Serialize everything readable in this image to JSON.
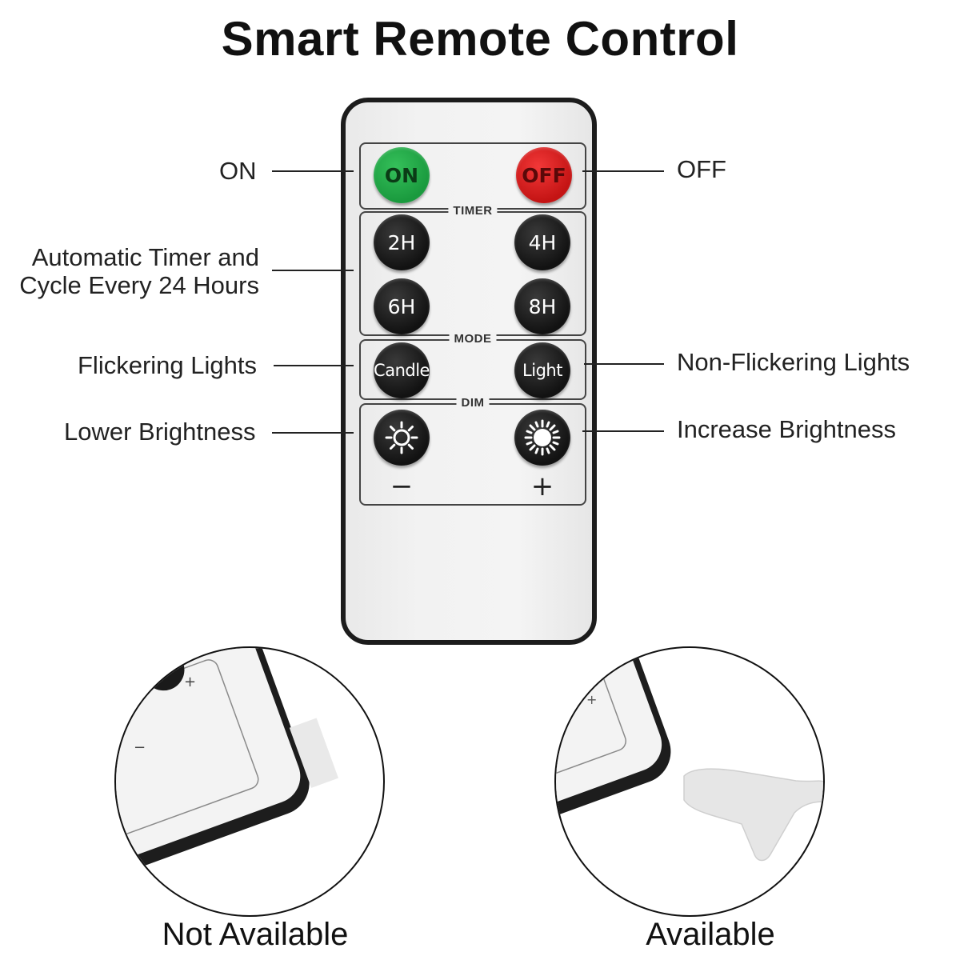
{
  "title": "Smart Remote Control",
  "remote": {
    "power": {
      "on_label": "ON",
      "off_label": "OFF"
    },
    "timer": {
      "label": "TIMER",
      "buttons": [
        "2H",
        "4H",
        "6H",
        "8H"
      ]
    },
    "mode": {
      "label": "MODE",
      "candle_label": "Candle",
      "light_label": "Light"
    },
    "dim": {
      "label": "DIM",
      "minus_label": "−",
      "plus_label": "+"
    }
  },
  "callouts": {
    "on": "ON",
    "off": "OFF",
    "timer_line1": "Automatic Timer and",
    "timer_line2": "Cycle Every 24 Hours",
    "flicker": "Flickering Lights",
    "non_flicker": "Non-Flickering Lights",
    "lower": "Lower Brightness",
    "increase": "Increase Brightness"
  },
  "detail_left": {
    "caption": "Not Available",
    "minus": "−",
    "plus": "+"
  },
  "detail_right": {
    "caption": "Available",
    "plus": "+"
  },
  "colors": {
    "on": "#1f9e44",
    "off": "#d81d1d",
    "button_dark": "#1a1a1a",
    "remote_frame": "#1c1c1c"
  },
  "icons": [
    "sun-outline-icon",
    "sun-filled-icon"
  ]
}
